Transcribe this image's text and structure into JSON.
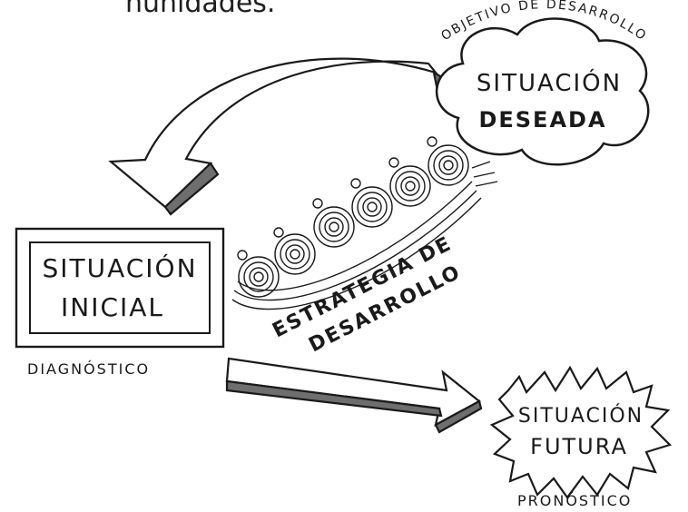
{
  "top_fragment": "nunidades.",
  "desired": {
    "arc_label": "OBJETIVO DE DESARROLLO",
    "line1": "SITUACIÓN",
    "line2": "DESEADA"
  },
  "initial": {
    "line1": "SITUACIÓN",
    "line2": "INICIAL",
    "caption": "DIAGNÓSTICO"
  },
  "strategy": {
    "line1": "ESTRATEGIA DE",
    "line2": "DESARROLLO"
  },
  "future": {
    "line1": "SITUACIÓN",
    "line2": "FUTURA",
    "caption": "PRONÓSTICO"
  },
  "colors": {
    "ink": "#1a1a1a",
    "paper": "#ffffff",
    "shade": "#6e6e6e"
  }
}
